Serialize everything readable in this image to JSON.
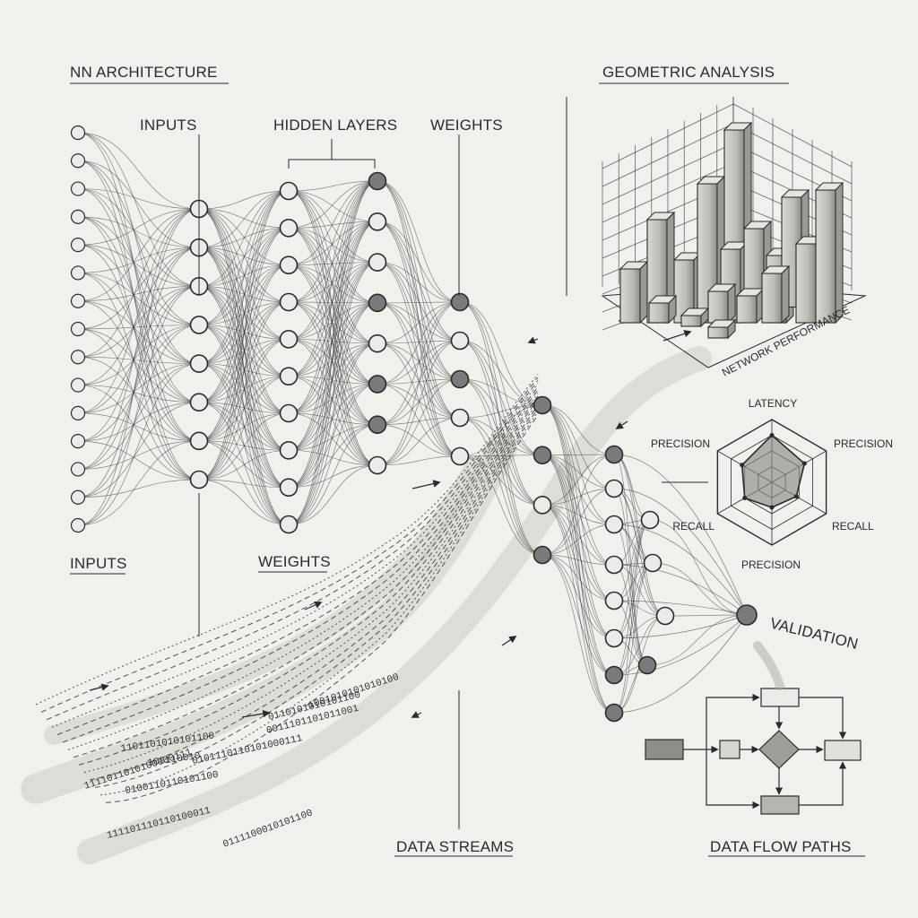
{
  "labels": {
    "nn_architecture": "NN ARCHITECTURE",
    "inputs_top": "INPUTS",
    "hidden_layers": "HIDDEN LAYERS",
    "weights_top": "WEIGHTS",
    "geometric_analysis": "GEOMETRIC ANALYSIS",
    "network_performance": "NETWORK PERFORMANCE",
    "inputs_bottom": "INPUTS",
    "weights_bottom": "WEIGHTS",
    "validation": "VALIDATION",
    "data_streams": "DATA STREAMS",
    "data_flow_paths": "DATA FLOW PATHS"
  },
  "radar": {
    "axes": [
      "LATENCY",
      "PRECISION",
      "RECALL",
      "PRECISION",
      "RECALL",
      "PRECISION"
    ],
    "values": [
      0.75,
      0.6,
      0.45,
      0.4,
      0.5,
      0.55
    ]
  },
  "bit_strings": [
    "0110101010101100",
    "0011101101011001",
    "1001010101010100",
    "1101101010101100",
    "100110010",
    "0100110110101100",
    "0101110110101000111",
    "111101110110100011",
    "1111011010100000111",
    "0111100010101100"
  ],
  "bar_chart": {
    "heights": [
      0.35,
      0.6,
      0.45,
      0.75,
      0.95,
      0.5,
      0.4,
      0.8,
      0.55,
      0.65,
      0.9,
      0.3,
      0.25,
      0.2,
      0.35,
      0.25,
      0.3
    ]
  },
  "colors": {
    "ink": "#2a2a2a",
    "paper": "#f1f0ec",
    "node_fill": "#ecebe7",
    "node_dark": "#7a7a7a"
  }
}
